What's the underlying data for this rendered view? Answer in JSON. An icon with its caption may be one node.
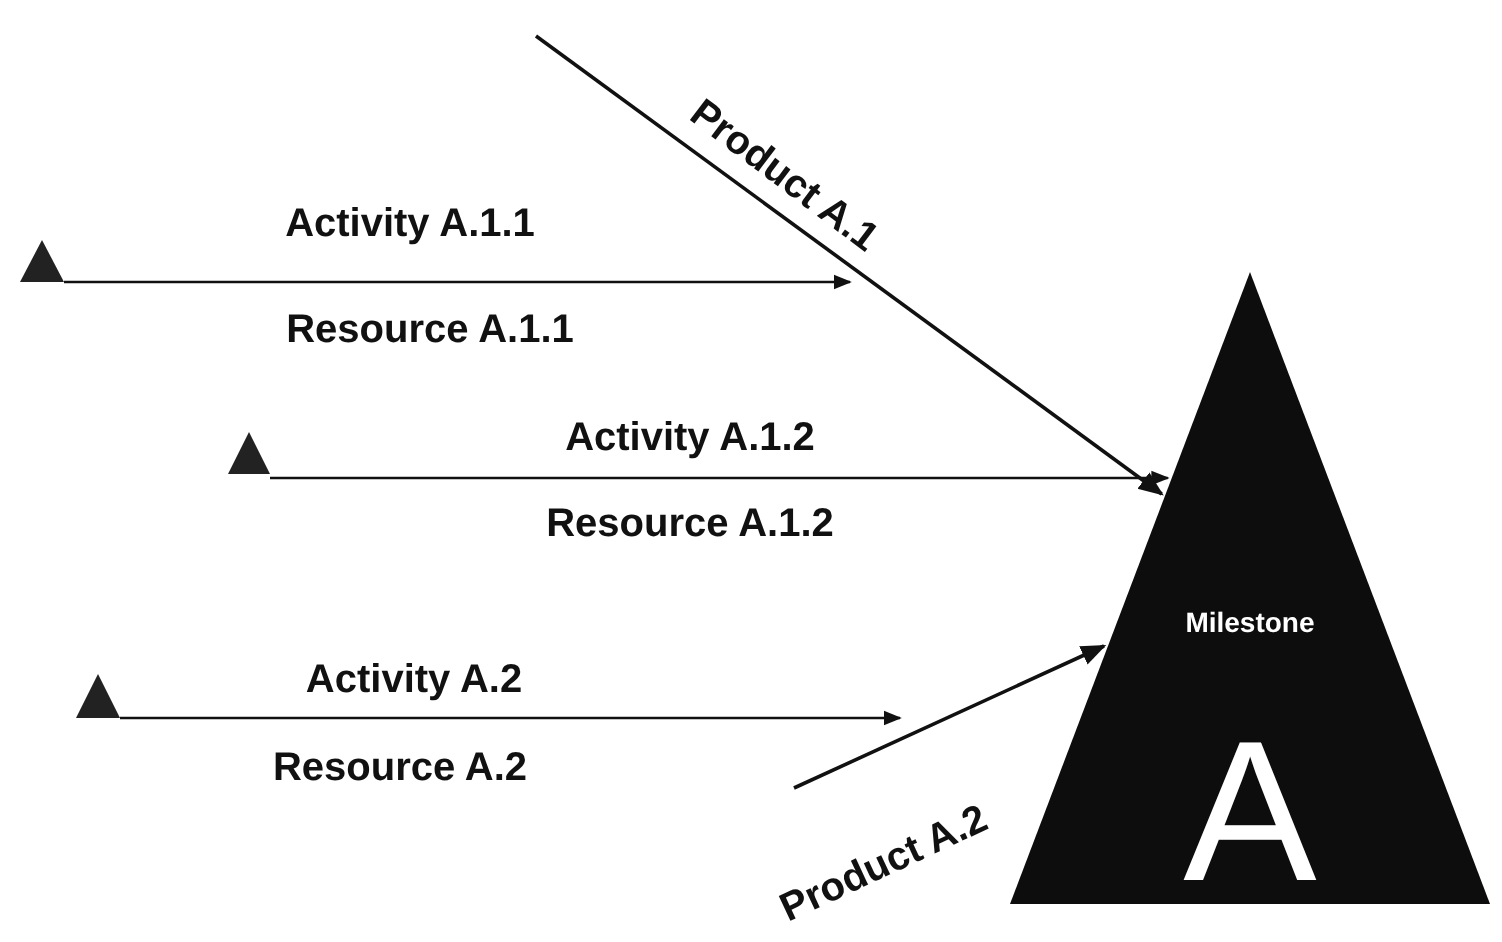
{
  "diagram": {
    "nodes": [
      {
        "text": [
          "Milestone",
          "A"
        ]
      },
      {
        "text": [],
        "shape": "triangle"
      },
      {
        "text": [],
        "shape": "triangle"
      },
      {
        "text": [],
        "shape": "triangle"
      }
    ],
    "edges": [
      {
        "from": 1,
        "to": null,
        "arrow": "to",
        "label": "Activity A.1.1"
      },
      {
        "from": 2,
        "to": 0,
        "arrow": "to",
        "label": "Activity A.1.2"
      },
      {
        "from": 3,
        "to": null,
        "arrow": "to",
        "label": "Activity A.2"
      },
      {
        "from": null,
        "to": 0,
        "arrow": "to",
        "label": "Product A.1"
      },
      {
        "from": null,
        "to": 0,
        "arrow": "to",
        "label": "Product A.2"
      }
    ],
    "labels": [
      "Resource A.1.1",
      "Resource A.1.2",
      "Resource A.2"
    ]
  }
}
